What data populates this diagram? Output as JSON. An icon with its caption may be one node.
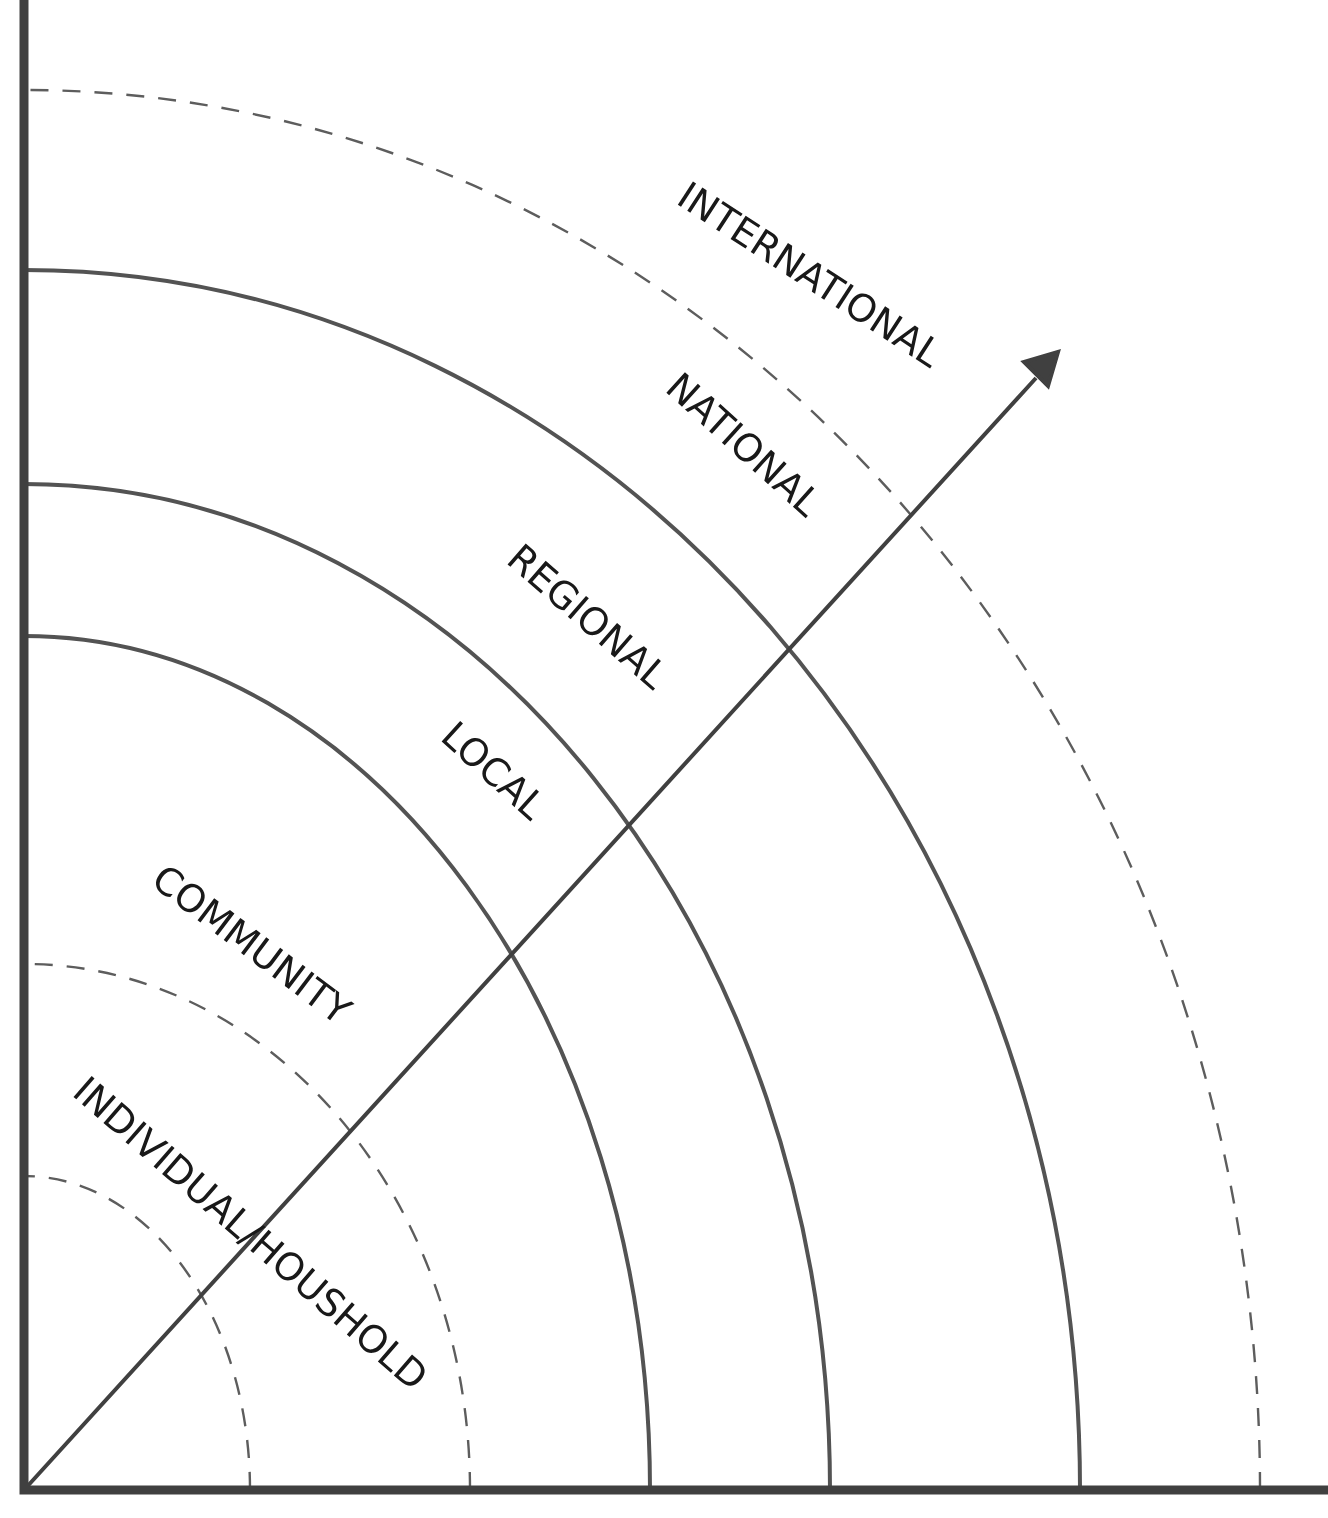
{
  "diagram": {
    "labels": [
      "INTERNATIONAL",
      "NATIONAL",
      "REGIONAL",
      "LOCAL",
      "COMMUNITY",
      "INDIVIDUAL/HOUSHOLD"
    ]
  }
}
